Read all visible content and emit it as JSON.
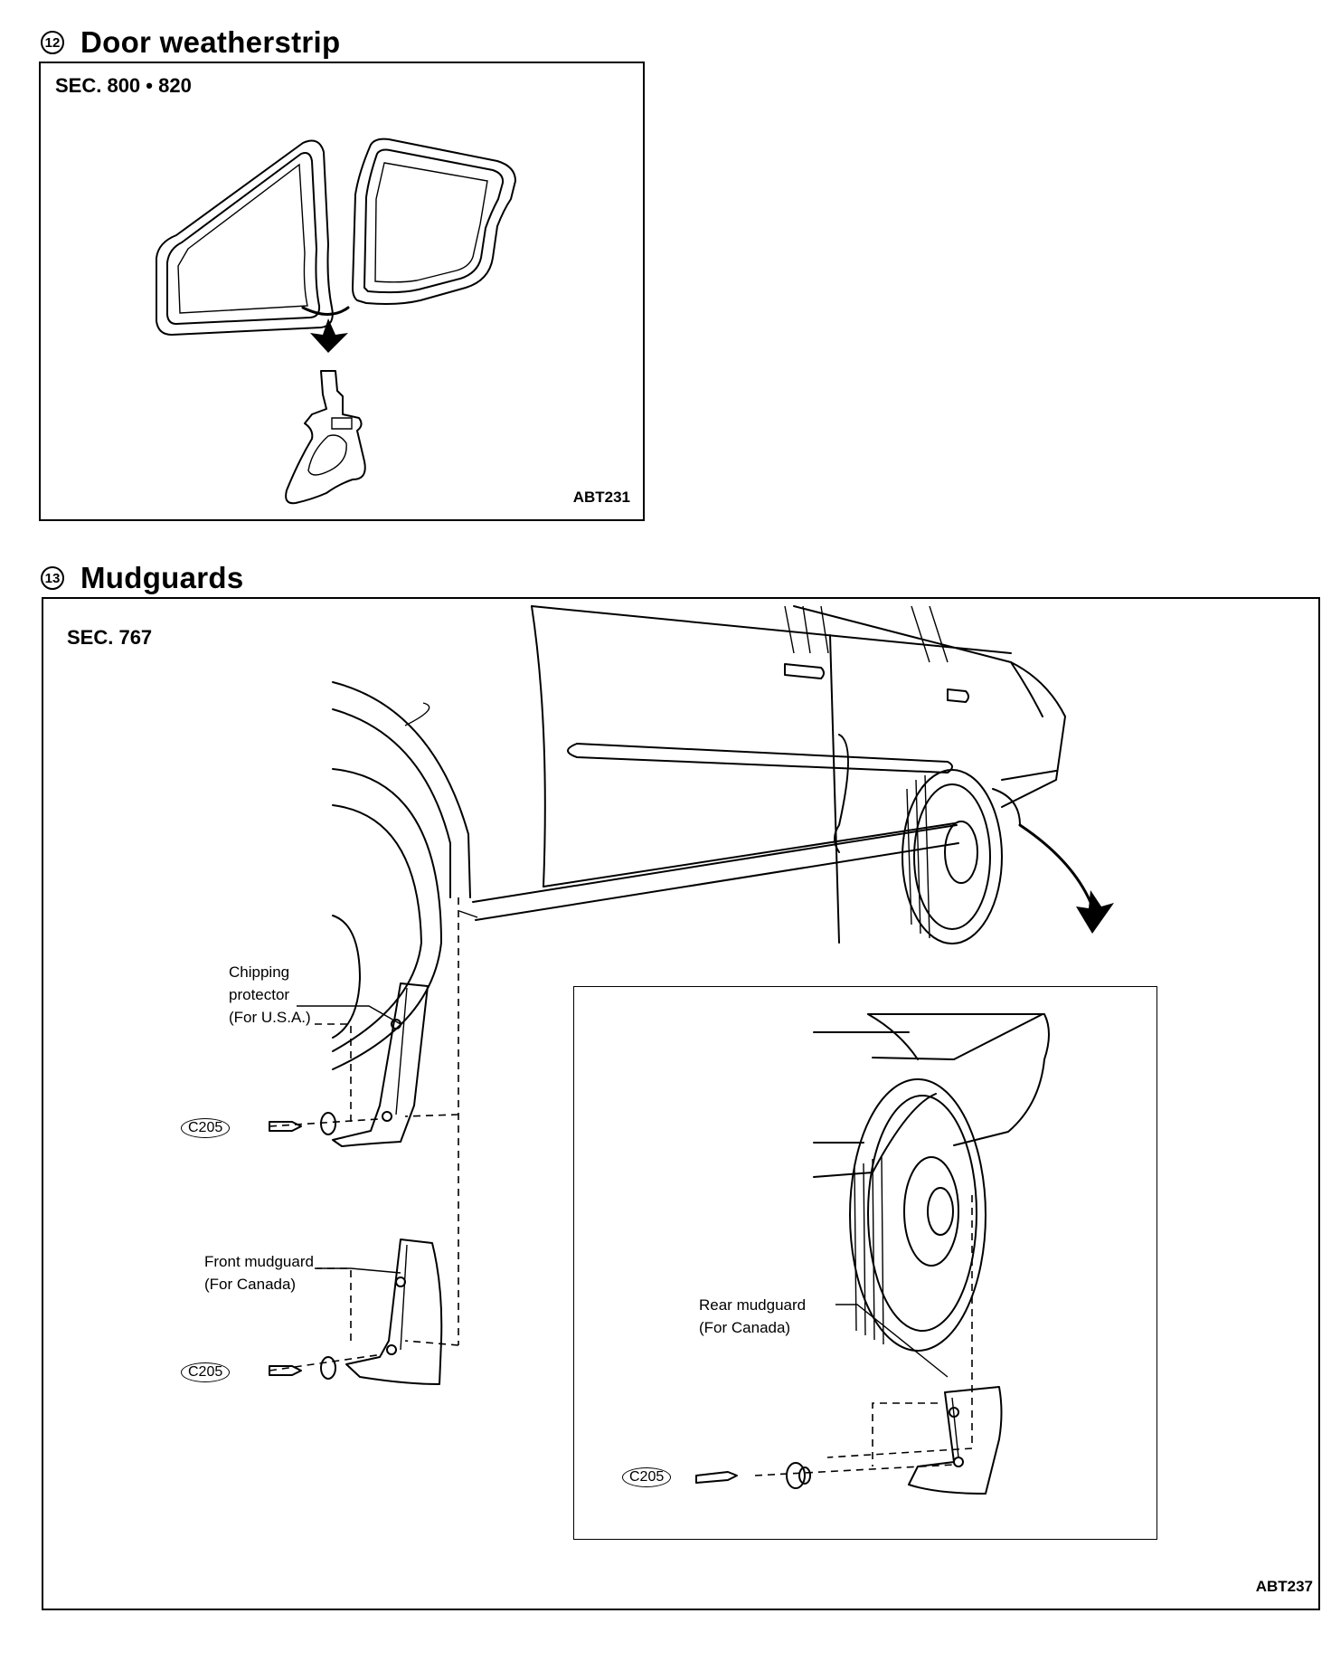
{
  "section12": {
    "number": "12",
    "title": "Door weatherstrip",
    "sec_code": "SEC. 800 • 820",
    "figure_id": "ABT231"
  },
  "section13": {
    "number": "13",
    "title": "Mudguards",
    "sec_code": "SEC. 767",
    "figure_id": "ABT237",
    "labels": {
      "chipping_protector": [
        "Chipping",
        "protector",
        "(For U.S.A.)"
      ],
      "front_mudguard": [
        "Front mudguard",
        "(For Canada)"
      ],
      "rear_mudguard": [
        "Rear mudguard",
        "(For Canada)"
      ]
    },
    "callouts": [
      "C205",
      "C205",
      "C205"
    ]
  }
}
